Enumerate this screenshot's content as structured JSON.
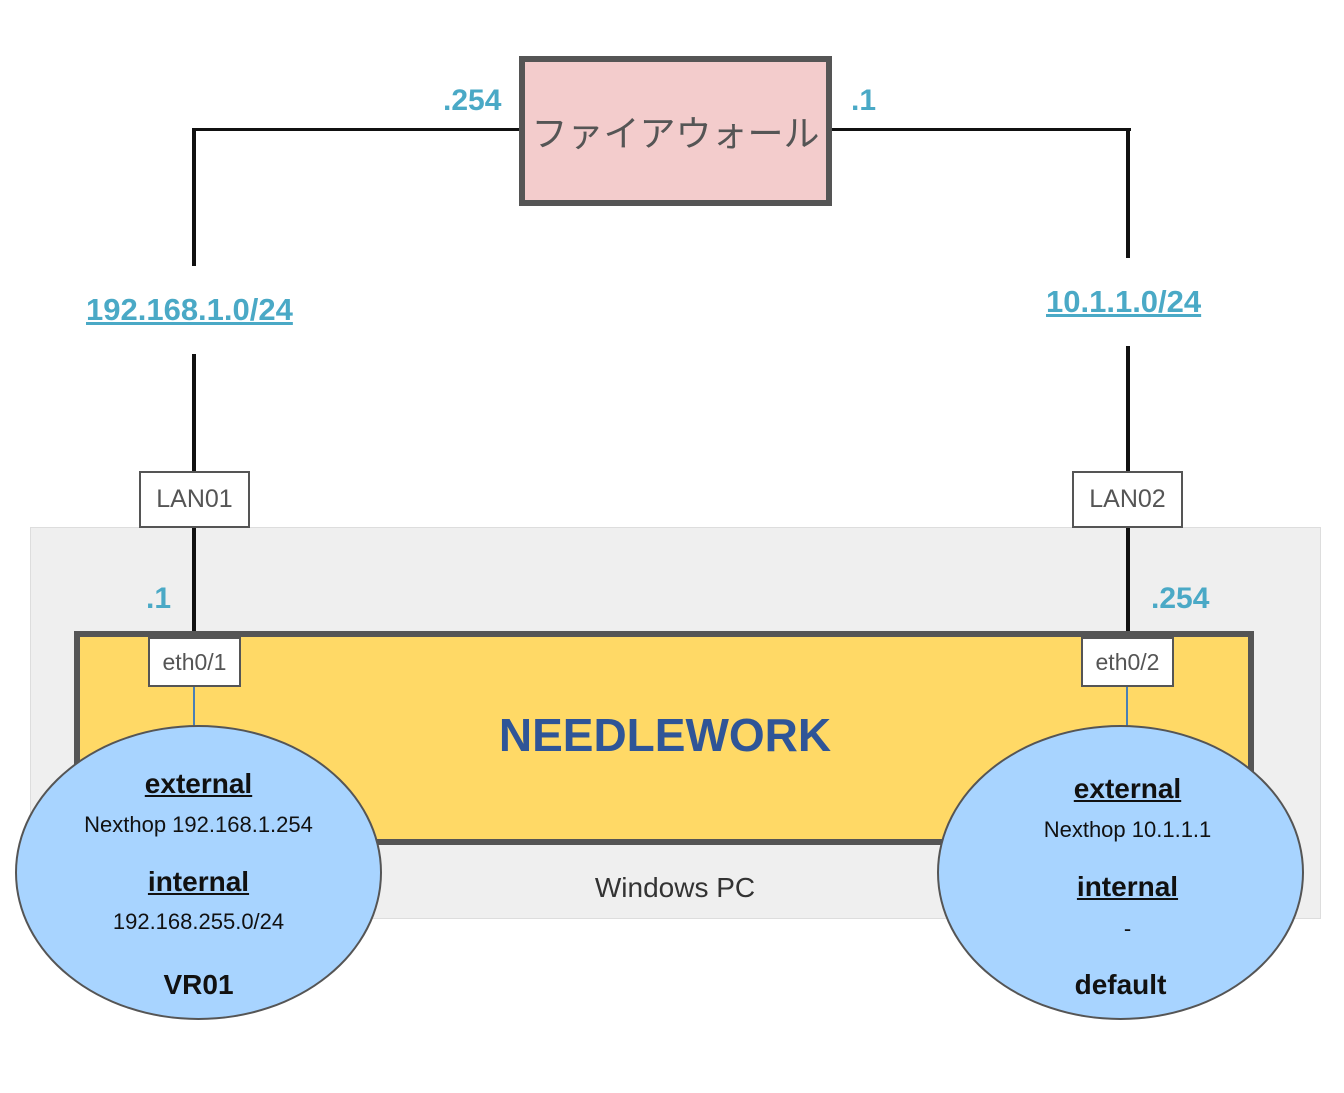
{
  "firewall": {
    "label": "ファイアウォール"
  },
  "left_link": {
    "firewall_address": ".254",
    "subnet": "192.168.1.0/24",
    "port": "LAN01",
    "host_address": ".1",
    "interface": "eth0/1"
  },
  "right_link": {
    "firewall_address": ".1",
    "subnet": "10.1.1.0/24",
    "port": "LAN02",
    "host_address": ".254",
    "interface": "eth0/2"
  },
  "app": {
    "name": "NEEDLEWORK"
  },
  "pc": {
    "label": "Windows PC"
  },
  "vr_left": {
    "external_label": "external",
    "external_value": "Nexthop 192.168.1.254",
    "internal_label": "internal",
    "internal_value": "192.168.255.0/24",
    "name": "VR01"
  },
  "vr_right": {
    "external_label": "external",
    "external_value": "Nexthop 10.1.1.1",
    "internal_label": "internal",
    "internal_value": "-",
    "name": "default"
  },
  "colors": {
    "address": "#4aa9c6",
    "firewall_fill": "#f3cccc",
    "app_fill": "#ffd966",
    "app_text": "#2f5597",
    "vr_fill": "#a8d4ff",
    "pc_area": "#efefef"
  }
}
